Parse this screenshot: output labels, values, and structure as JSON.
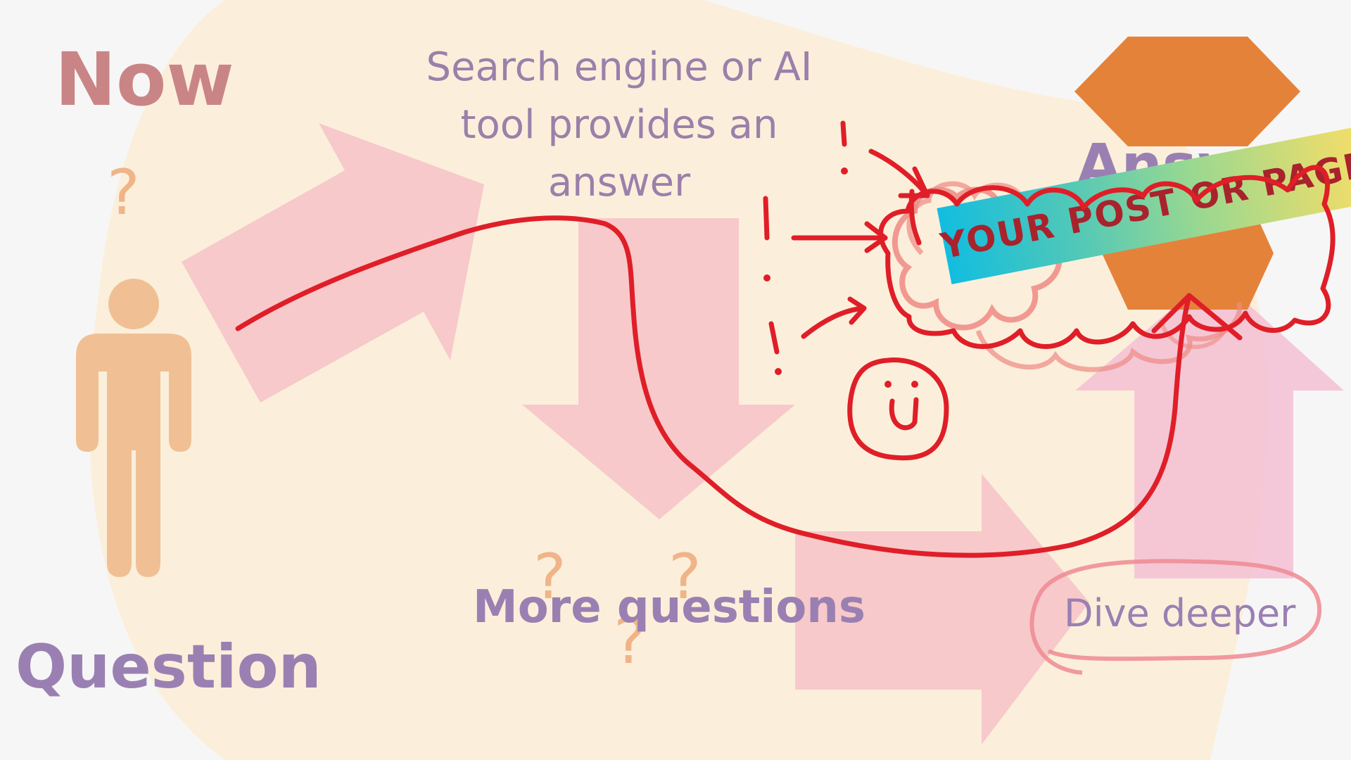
{
  "labels": {
    "now": "Now",
    "search_answer": "Search engine or AI tool provides an answer",
    "answer": "Answer",
    "more_questions": "More questions",
    "question": "Question",
    "dive_deeper": "Dive deeper",
    "your_post": "YOUR POST OR PAGE",
    "question_mark": "?"
  },
  "colors": {
    "background": "#f7f6f6",
    "blob": "#fbefdb",
    "arrow_pink": "#f6c4c8",
    "arrow_pink_light": "#f3c0d4",
    "hexagon_orange": "#e5823a",
    "person": "#f0c094",
    "red_scribble": "#e01e28",
    "text_purple": "#9a80b2"
  },
  "icons": {
    "person": "person-icon",
    "smiley": "smiley-icon",
    "hexagon": "hexagon-icon"
  }
}
